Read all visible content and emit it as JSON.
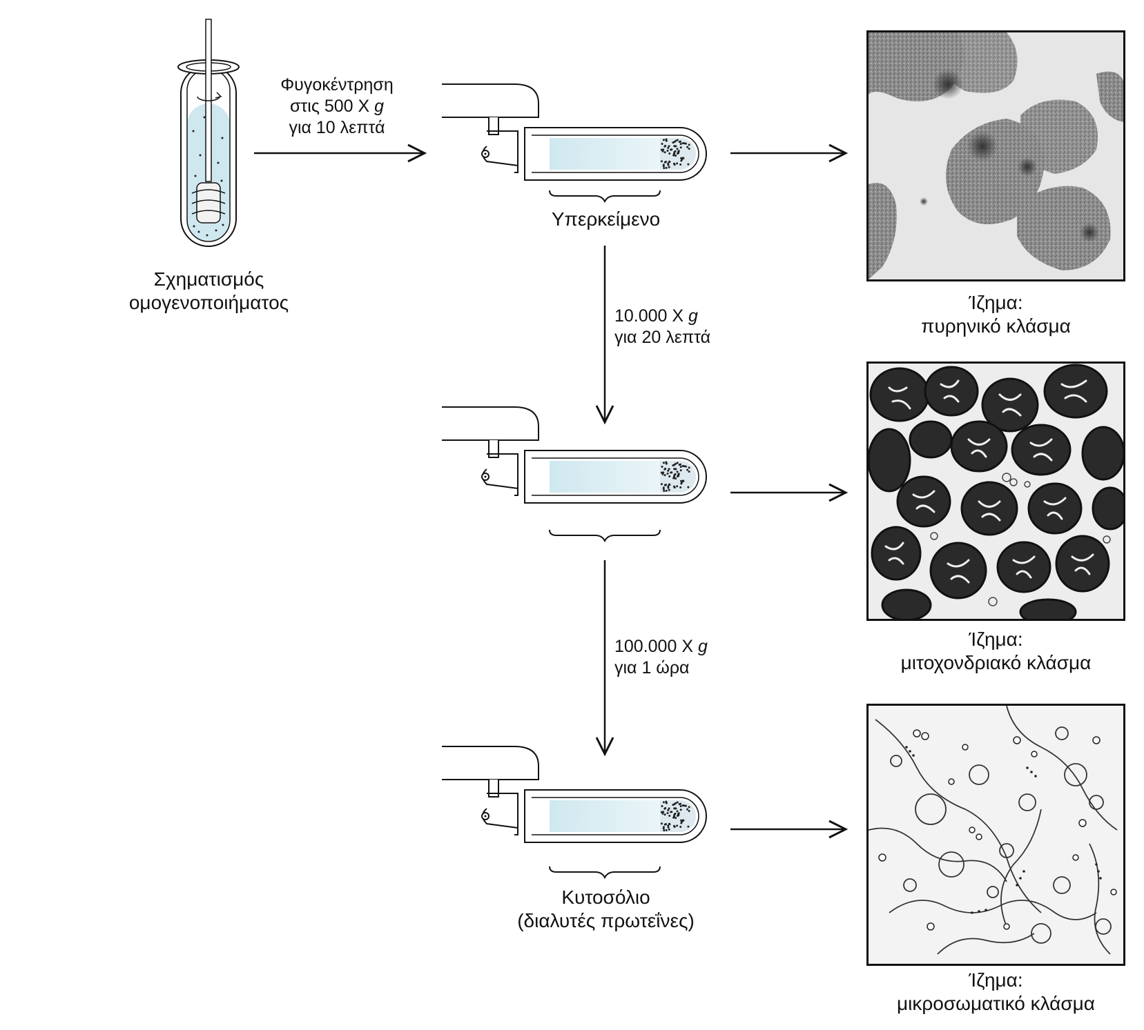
{
  "homogenate": {
    "line1": "Σχηματισμός",
    "line2": "ομογενοποιήματος"
  },
  "step1": {
    "line1": "Φυγοκέντρηση",
    "line2_a": "στις 500 Χ ",
    "line2_g": "g",
    "line3": "για 10 λεπτά"
  },
  "supernatant_label": "Υπερκείμενο",
  "step2": {
    "line1_a": "10.000 Χ ",
    "line1_g": "g",
    "line2": "για 20 λεπτά"
  },
  "step3": {
    "line1_a": "100.000 Χ ",
    "line1_g": "g",
    "line2": "για 1 ώρα"
  },
  "cytosol": {
    "line1": "Κυτοσόλιο",
    "line2": "(διαλυτές πρωτεΐνες)"
  },
  "pellets": [
    {
      "line1": "Ίζημα:",
      "line2": "πυρηνικό κλάσμα"
    },
    {
      "line1": "Ίζημα:",
      "line2": "μιτοχονδριακό κλάσμα"
    },
    {
      "line1": "Ίζημα:",
      "line2": "μικροσωματικό κλάσμα"
    }
  ],
  "colors": {
    "liquid": "#cfe8ef",
    "line": "#111111"
  }
}
